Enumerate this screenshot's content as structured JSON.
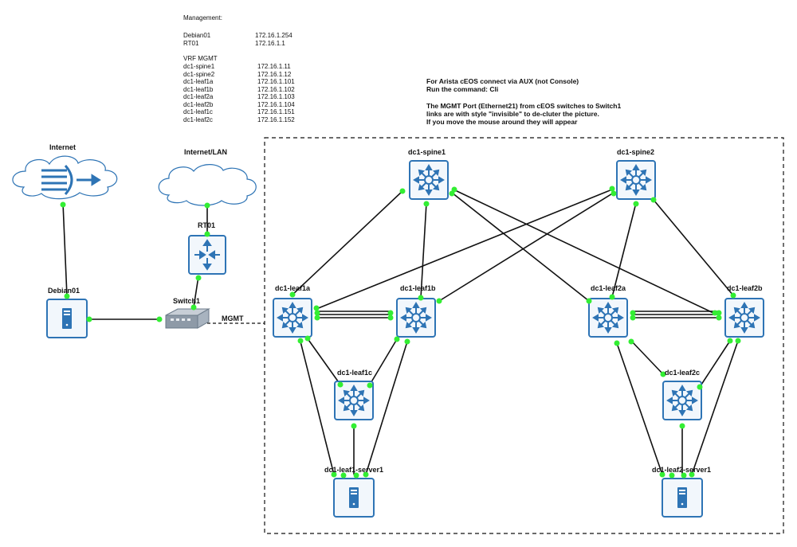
{
  "management": {
    "title": "Management:",
    "hosts": [
      {
        "name": "Debian01",
        "ip": "172.16.1.254"
      },
      {
        "name": "RT01",
        "ip": "172.16.1.1"
      }
    ],
    "vrf_title": "VRF MGMT",
    "vrf_hosts": [
      {
        "name": "dc1-spine1",
        "ip": "172.16.1.11"
      },
      {
        "name": "dc1-spine2",
        "ip": "172.16.1.12"
      },
      {
        "name": "dc1-leaf1a",
        "ip": "172.16.1.101"
      },
      {
        "name": "dc1-leaf1b",
        "ip": "172.16.1.102"
      },
      {
        "name": "dc1-leaf2a",
        "ip": "172.16.1.103"
      },
      {
        "name": "dc1-leaf2b",
        "ip": "172.16.1.104"
      },
      {
        "name": "dc1-leaf1c",
        "ip": "172.16.1.151"
      },
      {
        "name": "dc1-leaf2c",
        "ip": "172.16.1.152"
      }
    ]
  },
  "notes": [
    "For Arista cEOS connect via AUX (not Console)",
    "Run the command: Cli",
    "",
    "The MGMT Port (Ethernet21) from cEOS switches to Switch1",
    "links are with style \"invisible\" to de-cluter the picture.",
    "If you move the mouse around they will appear"
  ],
  "labels": {
    "internet": "Internet",
    "internet_lan": "Internet/LAN",
    "rt01": "RT01",
    "debian01": "Debian01",
    "switch1": "Switch1",
    "mgmt": "MGMT",
    "spine1": "dc1-spine1",
    "spine2": "dc1-spine2",
    "leaf1a": "dc1-leaf1a",
    "leaf1b": "dc1-leaf1b",
    "leaf2a": "dc1-leaf2a",
    "leaf2b": "dc1-leaf2b",
    "leaf1c": "dc1-leaf1c",
    "leaf2c": "dc1-leaf2c",
    "server1": "dc1-leaf1-server1",
    "server2": "dc1-leaf2-server1"
  },
  "colors": {
    "device": "#2e74b5",
    "device_fill": "#f2f7fc",
    "port": "#33ee33",
    "link": "#111111",
    "cloud": "#ffffff"
  }
}
